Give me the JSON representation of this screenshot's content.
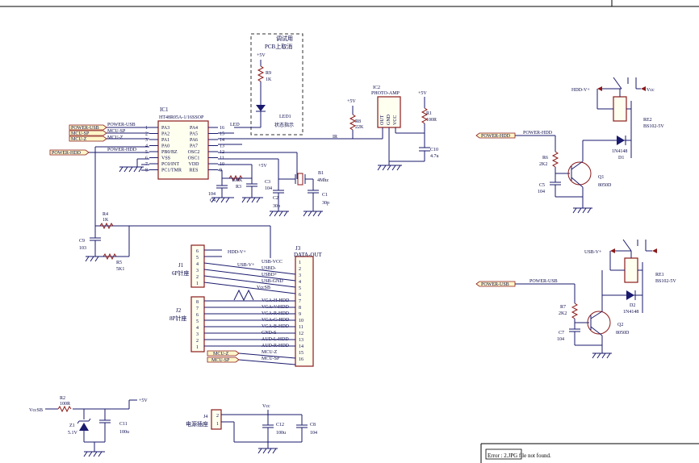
{
  "labels": {
    "debug_note": "调试用",
    "pcb_note": "PCB上取消",
    "ic1_ref": "IC1",
    "ic1_name": "HT48R05A-1/16SSOP",
    "ic1_left_pins": [
      "PA3",
      "PA2",
      "PA1",
      "PA0",
      "PB0/BZ",
      "VSS",
      "PC0/INT",
      "PC1/TMR"
    ],
    "ic1_left_nums": [
      "1",
      "2",
      "3",
      "4",
      "5",
      "6",
      "7",
      "8"
    ],
    "ic1_right_pins": [
      "PA4",
      "PA5",
      "PA6",
      "PA7",
      "OSC2",
      "OSC1",
      "VDD",
      "RES"
    ],
    "ic1_right_nums": [
      "16",
      "15",
      "14",
      "13",
      "12",
      "11",
      "10",
      "9"
    ],
    "led_net": "LED",
    "ir_net": "IR",
    "ic2_ref": "IC2",
    "ic2_name": "PHOTO-AMP",
    "ic2_pins": [
      "OUT",
      "GND",
      "VCC"
    ],
    "plus5v": "+5V",
    "r9": "R9",
    "r9v": "1K",
    "led1": "LED1",
    "led1_desc": "状态指示",
    "r8": "R8",
    "r8v": "22K",
    "r1": "R1",
    "r1v": "100R",
    "c10": "C10",
    "c10v": "4.7u",
    "r3": "R3",
    "r3v": "100K",
    "c3": "C3",
    "c3v": "104",
    "c4": "C4",
    "c4v": "104",
    "b1": "B1",
    "b1v": "4Mhz",
    "c2": "C2",
    "c2v": "30p",
    "c1": "C1",
    "c1v": "30p",
    "r4": "R4",
    "r4v": "1K",
    "c9": "C9",
    "c9v": "103",
    "r5": "R5",
    "r5v": "5K1",
    "tag_power_usb": "POWER-USB",
    "tag_mcu_sp": "MCU-SP",
    "tag_mcu_z": "MCU-Z",
    "tag_power_hdd": "POWER-HDD",
    "net_power_usb": "POWER-USB",
    "net_mcu_sp": "MCU-SP",
    "net_mcu_z": "MCU-Z",
    "net_power_hdd": "POWER-HDD",
    "j1": "J1",
    "j1_desc": "6P针座",
    "j1_nums": [
      "6",
      "5",
      "4",
      "3",
      "2",
      "1"
    ],
    "j2": "J2",
    "j2_desc": "8P针座",
    "j2_nums": [
      "8",
      "7",
      "6",
      "5",
      "4",
      "3",
      "2",
      "1"
    ],
    "hdd_v": "HDD-V+",
    "usb_v": "USB-V+",
    "j3": "J3",
    "j3_name": "DATA-OUT",
    "j3_nums": [
      "1",
      "2",
      "3",
      "4",
      "5",
      "6",
      "7",
      "8",
      "9",
      "10",
      "11",
      "12",
      "13",
      "14",
      "15",
      "16"
    ],
    "j3_nets": [
      "USB-VCC",
      "USBD-",
      "USBD+",
      "USB-GND",
      "",
      "",
      "VGA-H-HDD",
      "VGA-V-HDD",
      "VGA-R-HDD",
      "VGA-G-HDD",
      "VGA-B-HDD",
      "GND-S",
      "AUD-L-HDD",
      "AUD-R-HDD",
      "MCU-Z",
      "MCU-SP"
    ],
    "vccsb": "VccSB",
    "re2_tag": "HDD-V+",
    "vcc": "Vcc",
    "re2": "RE2",
    "re2v": "BS102-5V",
    "re2_net": "POWER-HDD",
    "r6": "R6",
    "r6v": "2K2",
    "c5": "C5",
    "c5v": "104",
    "q1": "Q1",
    "q1v": "8050D",
    "d1": "D1",
    "d1v": "1N4148",
    "re1_tag": "USB-V+",
    "re1": "RE1",
    "re1v": "BS102-5V",
    "re1_net": "POWER-USB",
    "r7": "R7",
    "r7v": "2K2",
    "c7": "C7",
    "c7v": "104",
    "q2": "Q2",
    "q2v": "8050D",
    "d2": "D2",
    "d2v": "1N4148",
    "r2": "R2",
    "r2v": "100R",
    "z1": "Z1",
    "z1v": "5.1V",
    "c11": "C11",
    "c11v": "100u",
    "j4": "J4",
    "j4_desc": "电源插座",
    "j4_nums": [
      "2",
      "1"
    ],
    "c12": "C12",
    "c12v": "100u",
    "c8": "C8",
    "c8v": "104",
    "error_text": "Error : 2.JPG file not found."
  },
  "colors": {
    "wire": "#1a1a6e",
    "component": "#8b1a1a",
    "tag_fill": "#fff6c8",
    "text": "#0a0a4a"
  }
}
